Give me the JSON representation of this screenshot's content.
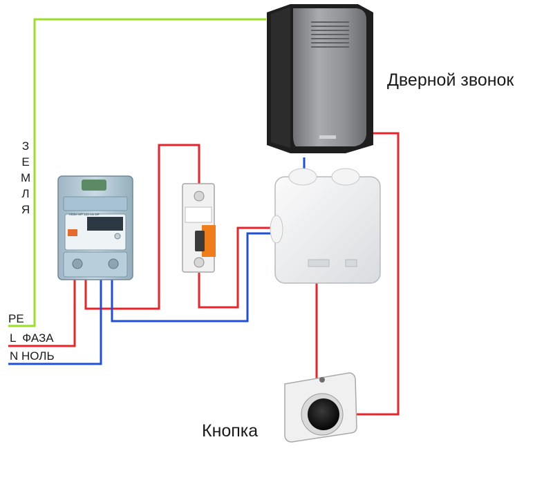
{
  "labels": {
    "doorbell": "Дверной звонок",
    "button": "Кнопка",
    "earth_letters": [
      "З",
      "Е",
      "М",
      "Л",
      "Я"
    ],
    "pe": "PE",
    "phase": "L  ФАЗА",
    "neutral": "N НОЛЬ"
  },
  "meter": {
    "model": "НЕВА МТ 123 AS OP"
  },
  "colors": {
    "earth": "#9ddc2a",
    "phase": "#e8232a",
    "neutral": "#1f4fd6",
    "bell_body": "#1e1e1e",
    "bell_face": "#8d8f93"
  }
}
